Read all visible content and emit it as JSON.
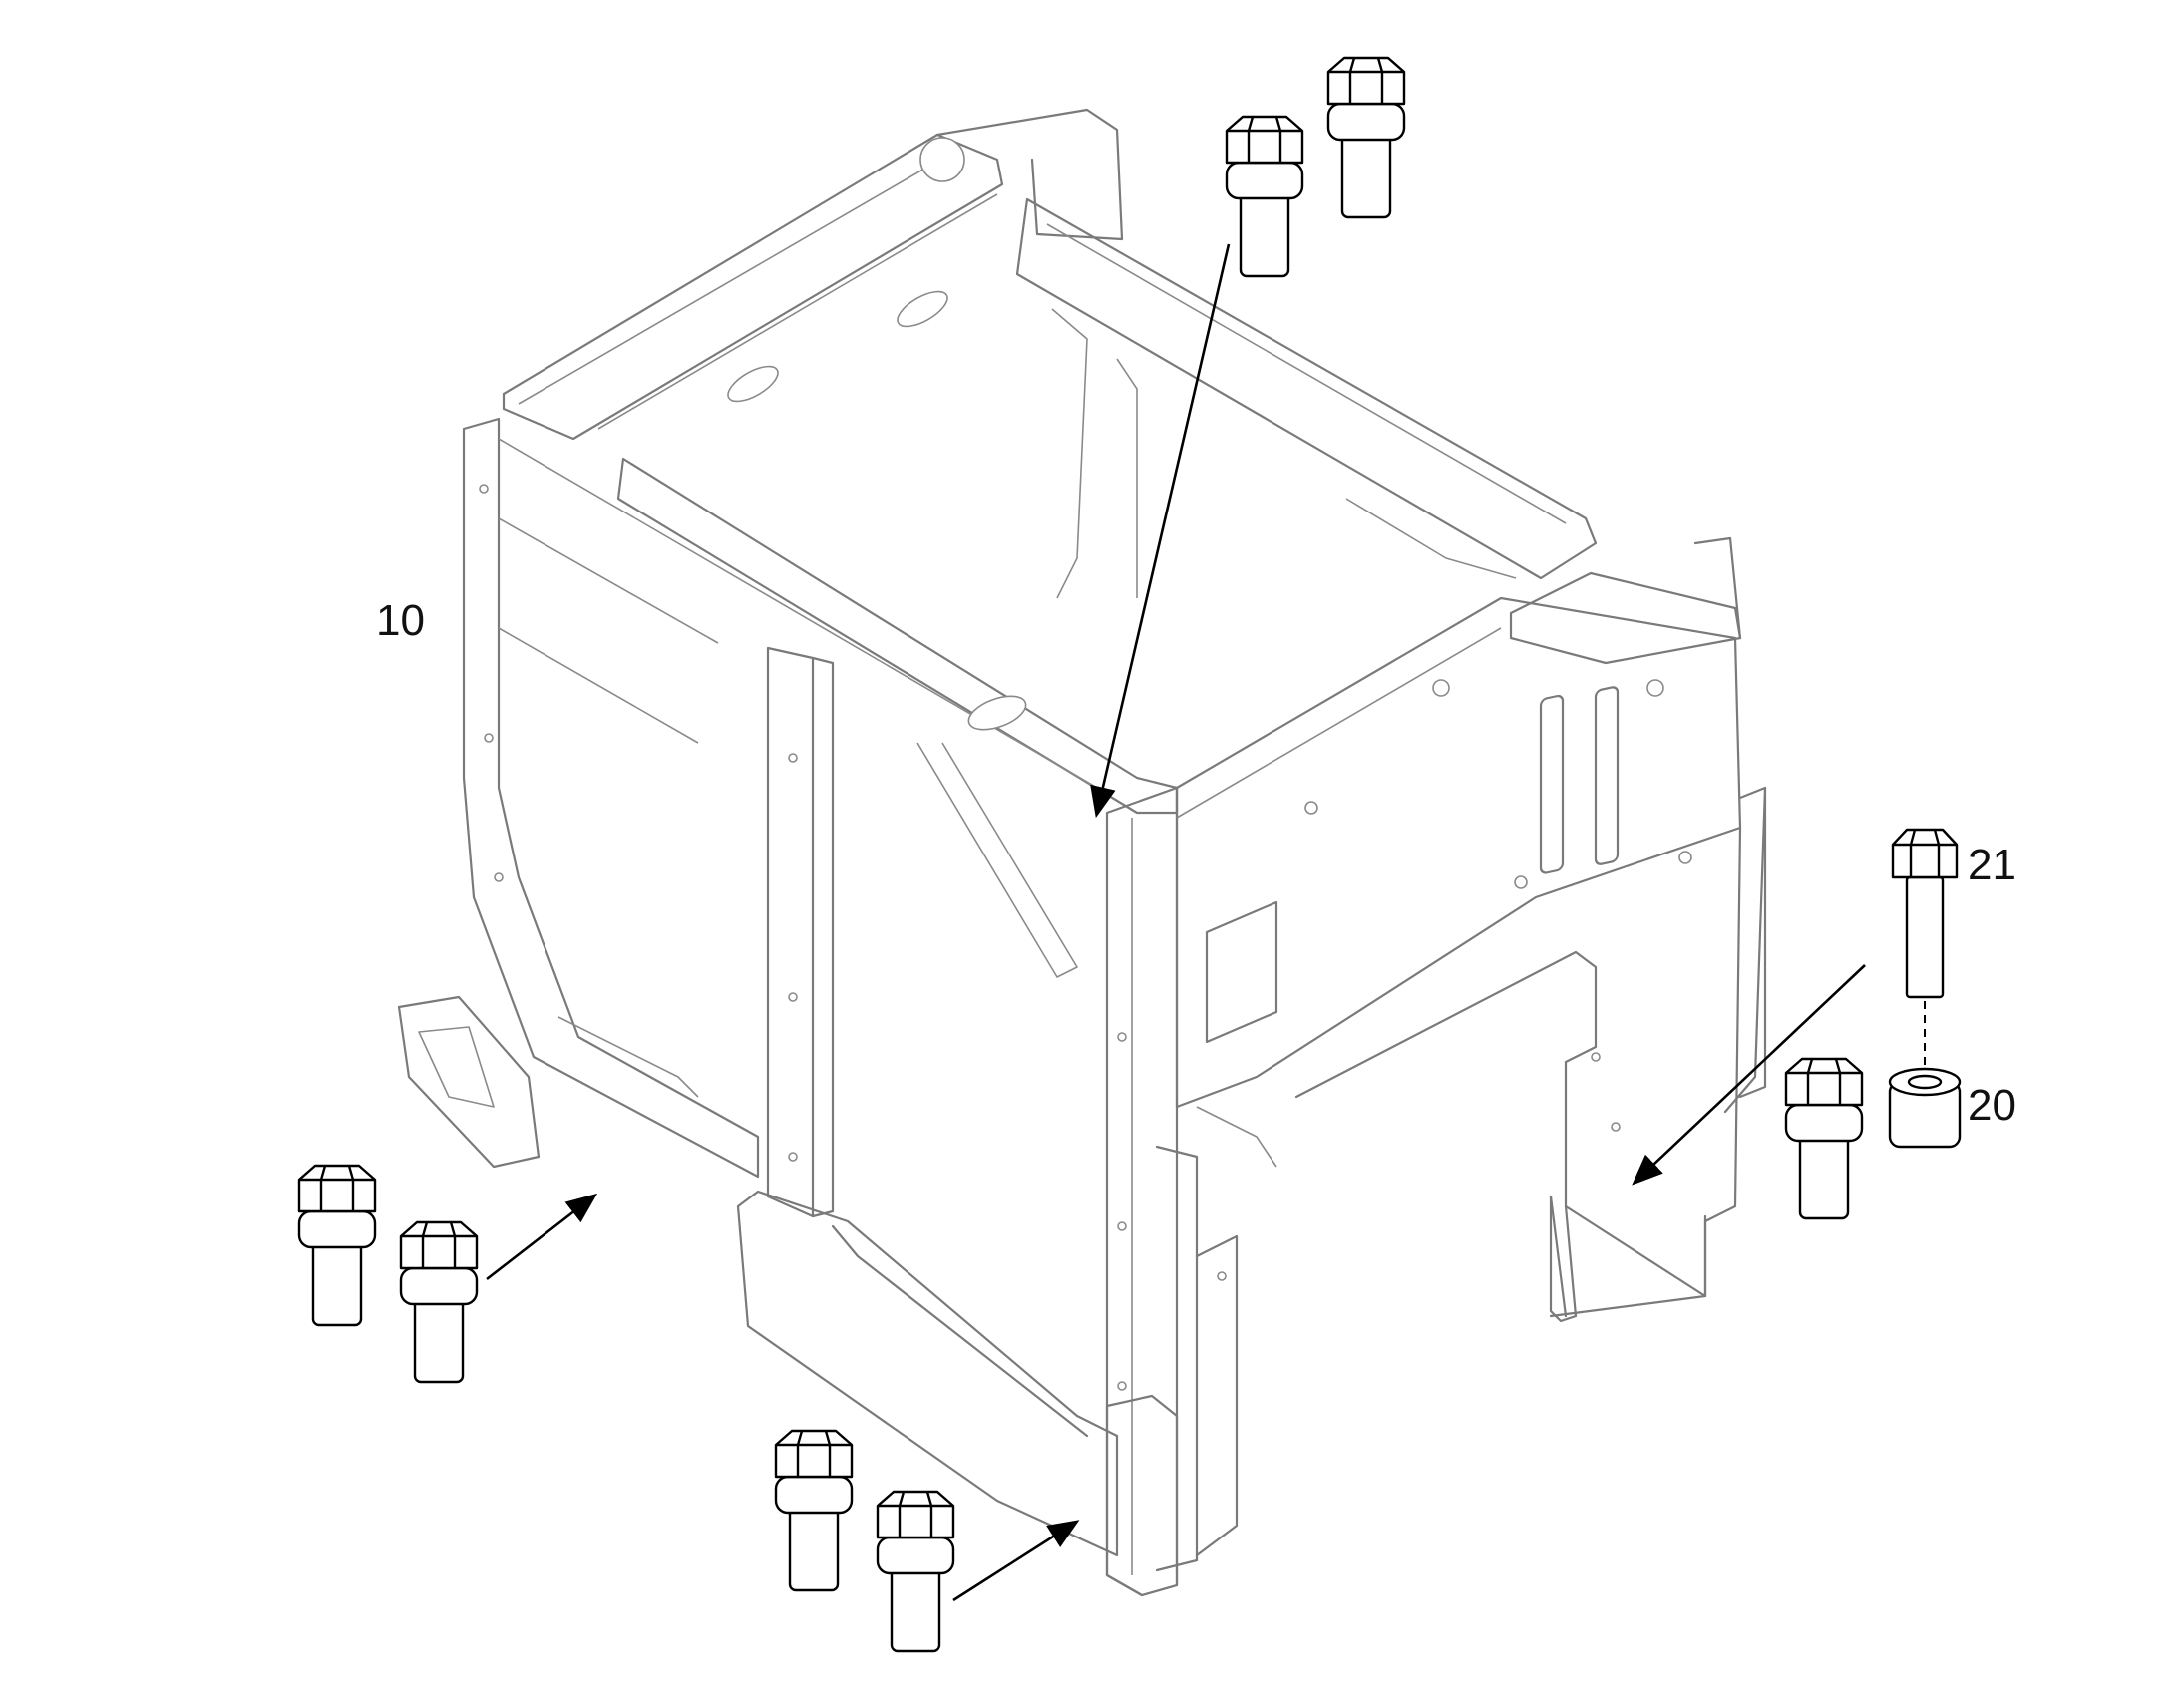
{
  "diagram": {
    "callouts": {
      "frame_label": "10",
      "spacer_label": "20",
      "bolt_label": "21"
    },
    "colors": {
      "frame_stroke": "#7a7a7a",
      "part_stroke": "#000000",
      "background": "#ffffff"
    }
  }
}
